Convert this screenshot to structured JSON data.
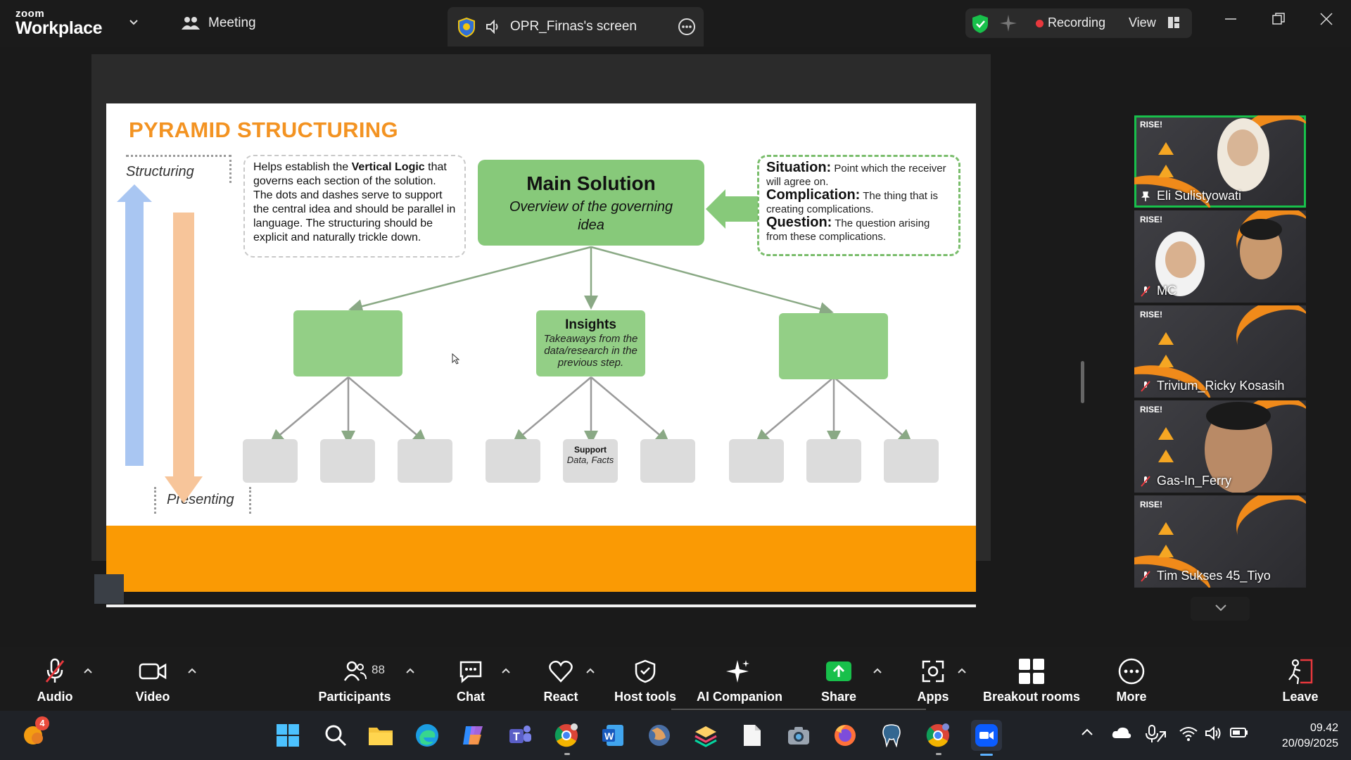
{
  "app": {
    "brand_small": "zoom",
    "brand_big": "Workplace",
    "meeting_label": "Meeting"
  },
  "share": {
    "label": "OPR_Firnas's screen"
  },
  "status": {
    "recording_label": "Recording",
    "view_label": "View",
    "recording_color": "#e8383d",
    "security_color": "#18c04b"
  },
  "slide": {
    "title": "PYRAMID STRUCTURING",
    "structuring_label": "Structuring",
    "presenting_label": "Presenting",
    "desc_pre": "Helps establish the ",
    "desc_bold": "Vertical Logic",
    "desc_post": " that governs each section of the solution. The dots and dashes serve to support the central idea and should be parallel in language. The structuring should be explicit and naturally trickle down.",
    "main_title": "Main Solution",
    "main_subtitle": "Overview of the governing idea",
    "situation_label": "Situation:",
    "situation_text": " Point which the receiver will agree on.",
    "complication_label": "Complication:",
    "complication_text": " The thing that is creating complications.",
    "question_label": "Question:",
    "question_text": " The question arising from these complications.",
    "insights_title": "Insights",
    "insights_text": "Takeaways from the data/research in the previous step.",
    "support_title": "Support",
    "support_text": "Data, Facts",
    "accent_color": "#f39322",
    "band_color": "#fa9a04",
    "box_color": "#87c97a"
  },
  "participants": [
    {
      "name": "Eli Sulistyowati",
      "active": true
    },
    {
      "name": "MC"
    },
    {
      "name": "Trivium_Ricky Kosasih"
    },
    {
      "name": "Gas-In_Ferry"
    },
    {
      "name": "Tim Sukses 45_Tiyo"
    }
  ],
  "tile_brand": "RISE!",
  "toolbar": {
    "audio": "Audio",
    "video": "Video",
    "participants": "Participants",
    "participants_count": "88",
    "chat": "Chat",
    "react": "React",
    "host_tools": "Host tools",
    "ai_companion": "AI Companion",
    "share": "Share",
    "apps": "Apps",
    "breakout_rooms": "Breakout rooms",
    "more": "More",
    "leave": "Leave"
  },
  "taskbar": {
    "notification_badge": "4",
    "time": "09.42",
    "date": "20/09/2025",
    "icons": [
      "start-icon",
      "search-icon",
      "file-explorer-icon",
      "edge-icon",
      "copilot-icon",
      "teams-icon",
      "chrome-icon",
      "word-icon",
      "globe-app-icon",
      "layers-app-icon",
      "file-icon",
      "camera-icon",
      "firefox-icon",
      "postgres-icon",
      "chrome-profile-icon",
      "zoom-icon"
    ]
  }
}
